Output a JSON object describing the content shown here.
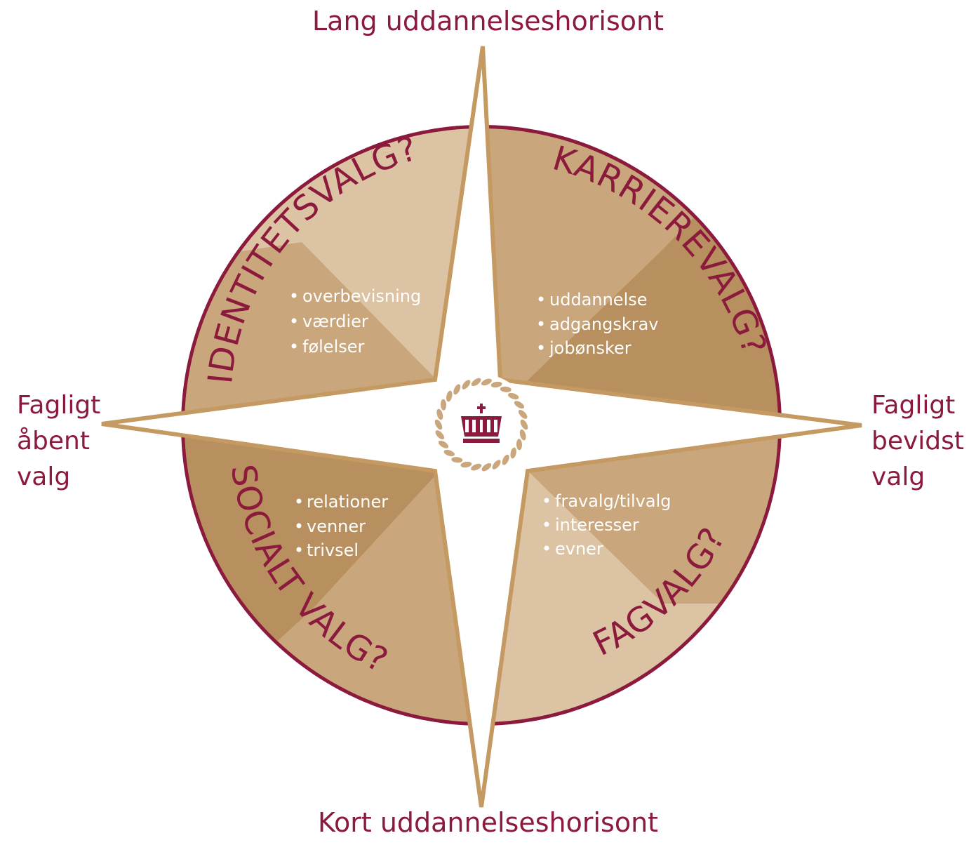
{
  "axes": {
    "top": "Lang uddannelseshorisont",
    "bottom": "Kort uddannelseshorisont",
    "left_lines": [
      "Fagligt",
      "åbent",
      "valg"
    ],
    "right_lines": [
      "Fagligt",
      "bevidst",
      "valg"
    ]
  },
  "quadrants": {
    "identitet": {
      "title": "IDENTITETSVALG?",
      "items": [
        "overbevisning",
        "værdier",
        "følelser"
      ]
    },
    "karriere": {
      "title": "KARRIEREVALG?",
      "items": [
        "uddannelse",
        "adgangskrav",
        "jobønsker"
      ]
    },
    "social": {
      "title": "SOCIALT VALG?",
      "items": [
        "relationer",
        "venner",
        "trivsel"
      ]
    },
    "fag": {
      "title": "FAGVALG?",
      "items": [
        "fravalg/tilvalg",
        "interesser",
        "evner"
      ]
    }
  },
  "colors": {
    "maroon": "#8b1a3d",
    "gold": "#c49a62",
    "light_tan": "#dcc3a3",
    "mid_tan": "#c9a67c",
    "dark_tan": "#b88f5e"
  },
  "center_icon": "crown-laurel-logo"
}
